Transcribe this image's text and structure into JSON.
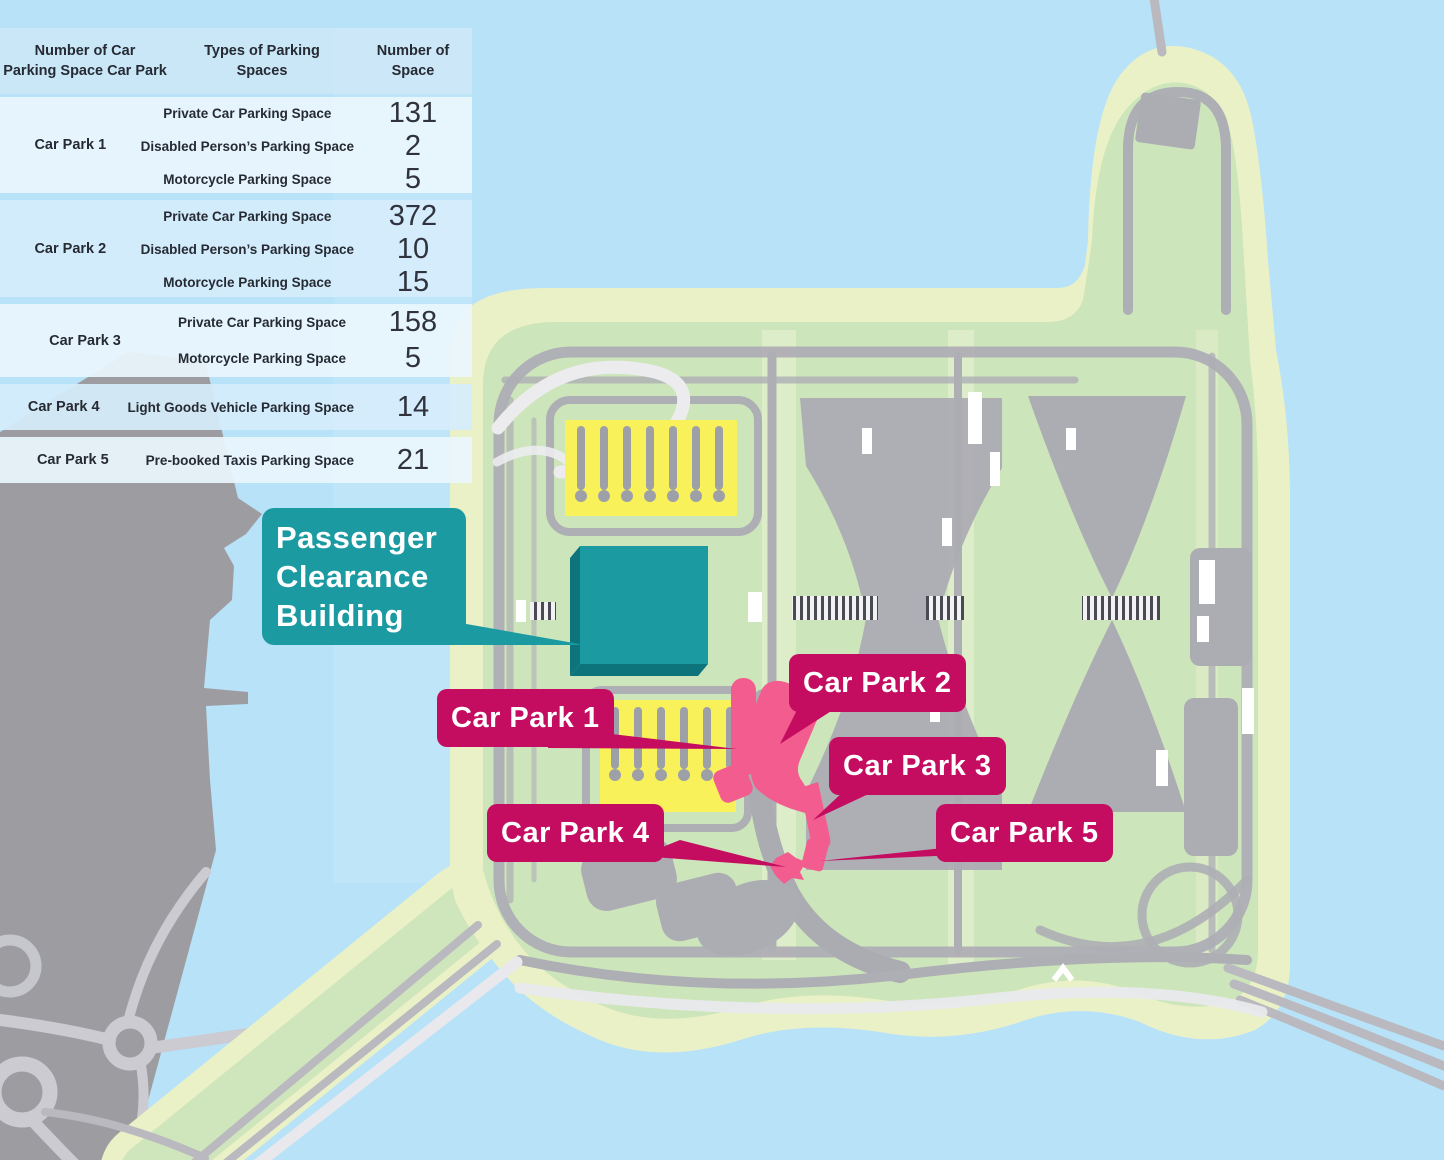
{
  "map": {
    "callouts": {
      "building": {
        "label": "Passenger Clearance Building",
        "color": "#1B9AA2"
      },
      "car_park_1": {
        "label": "Car Park 1",
        "color": "#C40C60"
      },
      "car_park_2": {
        "label": "Car Park 2",
        "color": "#C40C60"
      },
      "car_park_3": {
        "label": "Car Park 3",
        "color": "#C40C60"
      },
      "car_park_4": {
        "label": "Car Park 4",
        "color": "#C40C60"
      },
      "car_park_5": {
        "label": "Car Park 5",
        "color": "#C40C60"
      }
    },
    "colors": {
      "water": "#B8E2F8",
      "mainland": "#9D9DA1",
      "island_edge": "#EBF1C7",
      "island_green": "#CDE5BA",
      "road": "#AEAEB5",
      "road_light": "#E9E9ED",
      "parking_yellow": "#F8F15A",
      "building_teal": "#1B9AA2",
      "building_teal_dark": "#0E747C",
      "car_park_pink": "#F25C8E",
      "callout_magenta": "#C40C60"
    }
  },
  "table": {
    "headers": [
      {
        "line1": "Number of Car",
        "line2": "Parking Space Car Park"
      },
      {
        "line1": "Types of Parking",
        "line2": "Spaces"
      },
      {
        "line1": "Number of",
        "line2": "Space"
      }
    ],
    "rows": [
      {
        "name": "Car Park 1",
        "spaces": [
          {
            "type": "Private Car Parking Space",
            "count": "131"
          },
          {
            "type": "Disabled Person’s Parking Space",
            "count": "2"
          },
          {
            "type": "Motorcycle Parking Space",
            "count": "5"
          }
        ]
      },
      {
        "name": "Car Park 2",
        "spaces": [
          {
            "type": "Private Car Parking Space",
            "count": "372"
          },
          {
            "type": "Disabled Person’s Parking Space",
            "count": "10"
          },
          {
            "type": "Motorcycle Parking Space",
            "count": "15"
          }
        ]
      },
      {
        "name": "Car Park 3",
        "spaces": [
          {
            "type": "Private Car Parking Space",
            "count": "158"
          },
          {
            "type": "Motorcycle Parking Space",
            "count": "5"
          }
        ]
      },
      {
        "name": "Car Park 4",
        "spaces": [
          {
            "type": "Light Goods Vehicle Parking Space",
            "count": "14"
          }
        ]
      },
      {
        "name": "Car Park 5",
        "spaces": [
          {
            "type": "Pre-booked Taxis Parking Space",
            "count": "21"
          }
        ]
      }
    ]
  }
}
